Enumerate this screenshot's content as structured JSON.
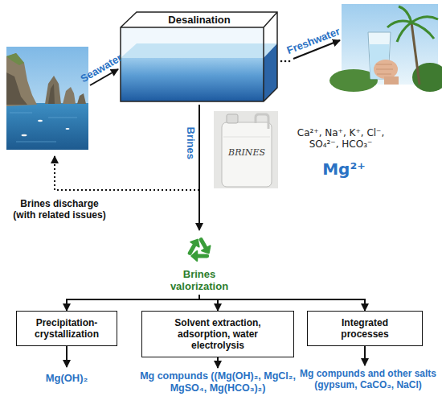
{
  "diagram": {
    "nodes": [
      {
        "text": [
          "Desalination"
        ]
      },
      {
        "text": [
          "Brines valorization"
        ]
      },
      {
        "text": [
          "Precipitation-crystallization"
        ]
      },
      {
        "text": [
          "Solvent extraction, adsorption, water electrolysis"
        ]
      },
      {
        "text": [
          "Integrated processes"
        ]
      }
    ],
    "edges": [
      {
        "from": 0,
        "to": 1,
        "label": "Brines",
        "arrow": "to"
      },
      {
        "from": 1,
        "to": 2,
        "arrow": "to"
      },
      {
        "from": 1,
        "to": 3,
        "arrow": "to"
      },
      {
        "from": 1,
        "to": 4,
        "arrow": "to"
      }
    ],
    "labels": [
      "Seawater",
      "Freshwater",
      "BRINES",
      "Ca²⁺, Na⁺, K⁺, Cl⁻, SO₄²⁻, HCO₃⁻",
      "Mg²⁺",
      "Brines discharge (with related issues)",
      "Mg(OH)₂",
      "Mg compunds ((Mg(OH)₂, MgCl₂, MgSO₄, Mg(HCO₃)₂)",
      "Mg compunds and other salts (gypsum, CaCO₃, NaCl)"
    ]
  }
}
